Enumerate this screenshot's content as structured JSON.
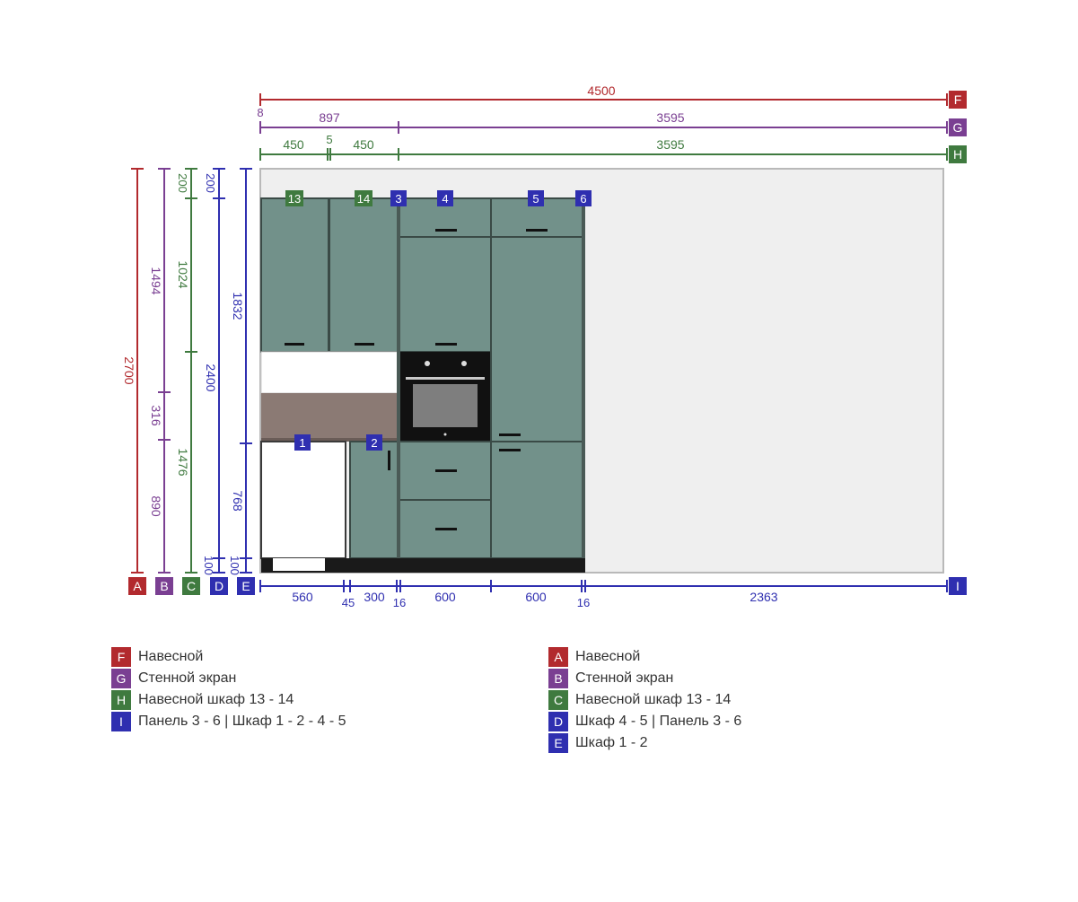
{
  "colors": {
    "F": "#b22a2e",
    "A": "#b22a2e",
    "G": "#7a3f92",
    "B": "#7a3f92",
    "H": "#3f7a3f",
    "C": "#3f7a3f",
    "I": "#2f2fb0",
    "D": "#2f2fb0",
    "E": "#2f2fb0",
    "cabinet": "#72918a",
    "cabinet_edge": "#3a4a46",
    "wall": "#efefef",
    "countertop": "#8b7a74",
    "backsplash": "#ffffff",
    "plinth": "#1a1a1a",
    "oven": "#111111",
    "oven_glass": "#7e7e7e"
  },
  "dims": {
    "top_F": {
      "tag": "F",
      "total": "4500",
      "start_mark": "8"
    },
    "top_G": {
      "tag": "G",
      "parts": [
        "897",
        "3595"
      ]
    },
    "top_H": {
      "tag": "H",
      "parts": [
        "450",
        "5",
        "450",
        "3595"
      ]
    },
    "bottom_I": {
      "tag": "I",
      "parts": [
        "560",
        "45",
        "300",
        "16",
        "600",
        "600",
        "16",
        "2363"
      ]
    },
    "left_A": {
      "tag": "A",
      "total": "2700"
    },
    "left_B": {
      "tag": "B",
      "parts": [
        "1494",
        "316",
        "890"
      ]
    },
    "left_C": {
      "tag": "C",
      "parts": [
        "200",
        "1024",
        "1476"
      ]
    },
    "left_D": {
      "tag": "D",
      "parts": [
        "200",
        "2400",
        "100"
      ]
    },
    "left_E": {
      "tag": "E",
      "parts": [
        "1832",
        "768",
        "100"
      ]
    }
  },
  "badges": {
    "b13": "13",
    "b14": "14",
    "b3": "3",
    "b4": "4",
    "b5": "5",
    "b6": "6",
    "b1": "1",
    "b2": "2"
  },
  "legend_left": [
    {
      "tag": "F",
      "text": "Навесной"
    },
    {
      "tag": "G",
      "text": "Стенной экран"
    },
    {
      "tag": "H",
      "text": "Навесной шкаф 13 - 14"
    },
    {
      "tag": "I",
      "text": "Панель 3 - 6 | Шкаф 1 - 2 - 4 - 5"
    }
  ],
  "legend_right": [
    {
      "tag": "A",
      "text": "Навесной"
    },
    {
      "tag": "B",
      "text": "Стенной экран"
    },
    {
      "tag": "C",
      "text": "Навесной шкаф 13 - 14"
    },
    {
      "tag": "D",
      "text": "Шкаф 4 - 5 | Панель 3 - 6"
    },
    {
      "tag": "E",
      "text": "Шкаф 1 - 2"
    }
  ]
}
